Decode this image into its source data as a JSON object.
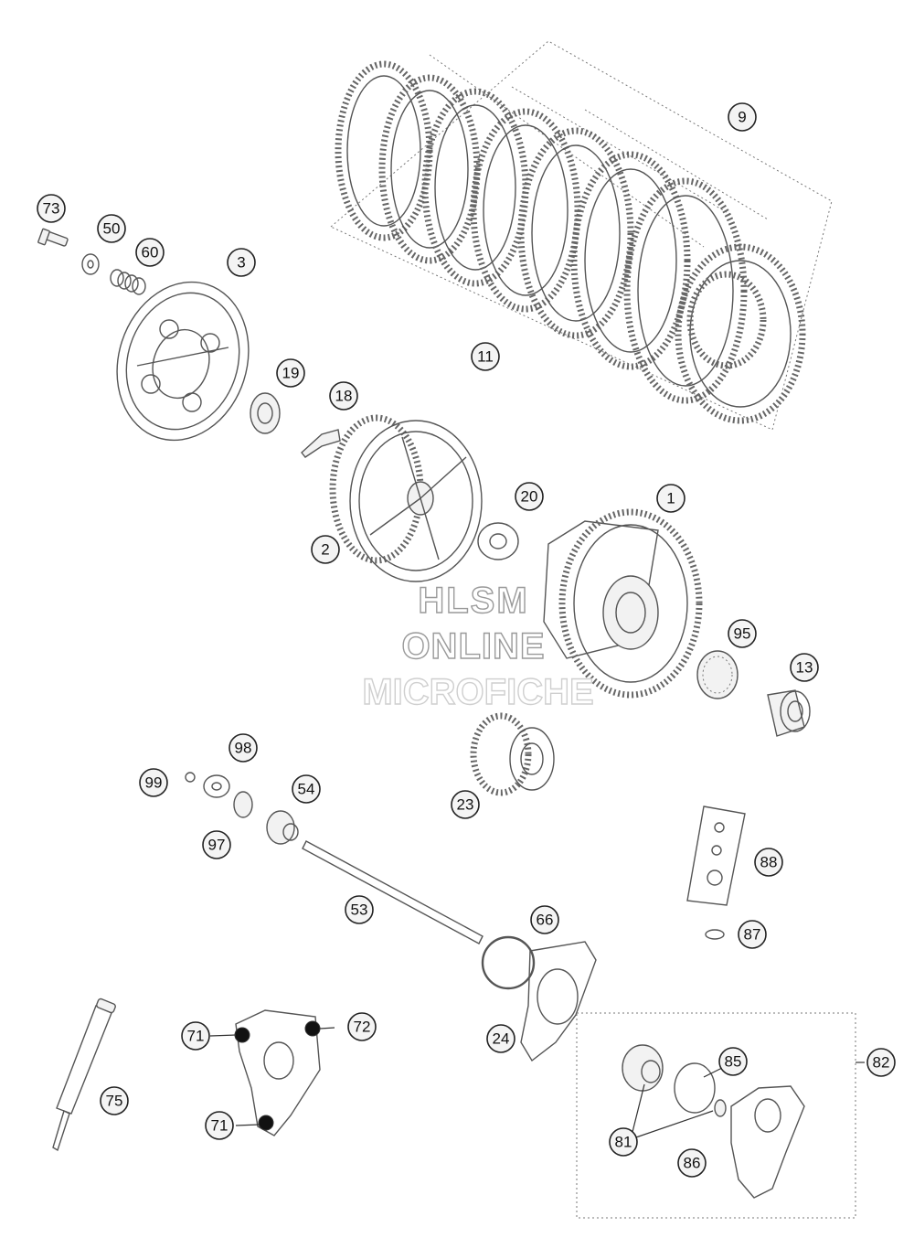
{
  "callouts": {
    "c1": "1",
    "c2": "2",
    "c3": "3",
    "c9": "9",
    "c11": "11",
    "c13": "13",
    "c18": "18",
    "c19": "19",
    "c20": "20",
    "c23": "23",
    "c24": "24",
    "c50": "50",
    "c53": "53",
    "c54": "54",
    "c60": "60",
    "c66": "66",
    "c71a": "71",
    "c71b": "71",
    "c72": "72",
    "c73": "73",
    "c75": "75",
    "c81": "81",
    "c82": "82",
    "c85": "85",
    "c86": "86",
    "c87": "87",
    "c88": "88",
    "c95": "95",
    "c97": "97",
    "c98": "98",
    "c99": "99"
  },
  "watermark": {
    "line1": "HLSM",
    "line2": "ONLINE",
    "line3": "MICROFICHE"
  }
}
